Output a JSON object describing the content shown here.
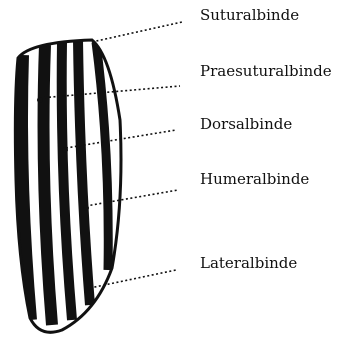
{
  "labels": [
    "Suturalbinde",
    "Praesuturalbinde",
    "Dorsalbinde",
    "Humeralbinde",
    "Lateralbinde"
  ],
  "colors": {
    "ink": "#111111",
    "paper": "#ffffff"
  }
}
